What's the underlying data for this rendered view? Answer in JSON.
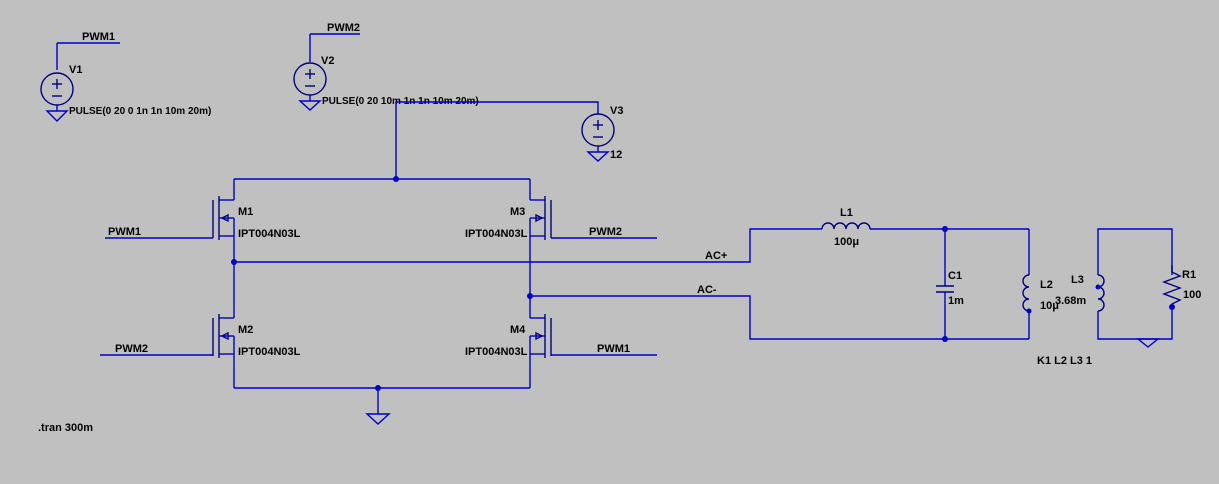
{
  "labels": {
    "pwm1_net_v1": "PWM1",
    "pwm2_net_v2": "PWM2",
    "v1": "V1",
    "v1_value": "PULSE(0 20 0 1n 1n 10m 20m)",
    "v2": "V2",
    "v2_value": "PULSE(0 20 10m 1n 1n 10m 20m)",
    "v3": "V3",
    "v3_value": "12",
    "m1": "M1",
    "m1_model": "IPT004N03L",
    "m2": "M2",
    "m2_model": "IPT004N03L",
    "m3": "M3",
    "m3_model": "IPT004N03L",
    "m4": "M4",
    "m4_model": "IPT004N03L",
    "pwm1_m1": "PWM1",
    "pwm2_m2": "PWM2",
    "pwm2_m3": "PWM2",
    "pwm1_m4": "PWM1",
    "ac_plus": "AC+",
    "ac_minus": "AC-",
    "l1": "L1",
    "l1_value": "100μ",
    "c1": "C1",
    "c1_value": "1m",
    "l2": "L2",
    "l2_value": "10μ",
    "l3": "L3",
    "l3_value": "3.68m",
    "r1": "R1",
    "r1_value": "100",
    "coupling": "K1 L2 L3 1",
    "tran": ".tran 300m"
  }
}
